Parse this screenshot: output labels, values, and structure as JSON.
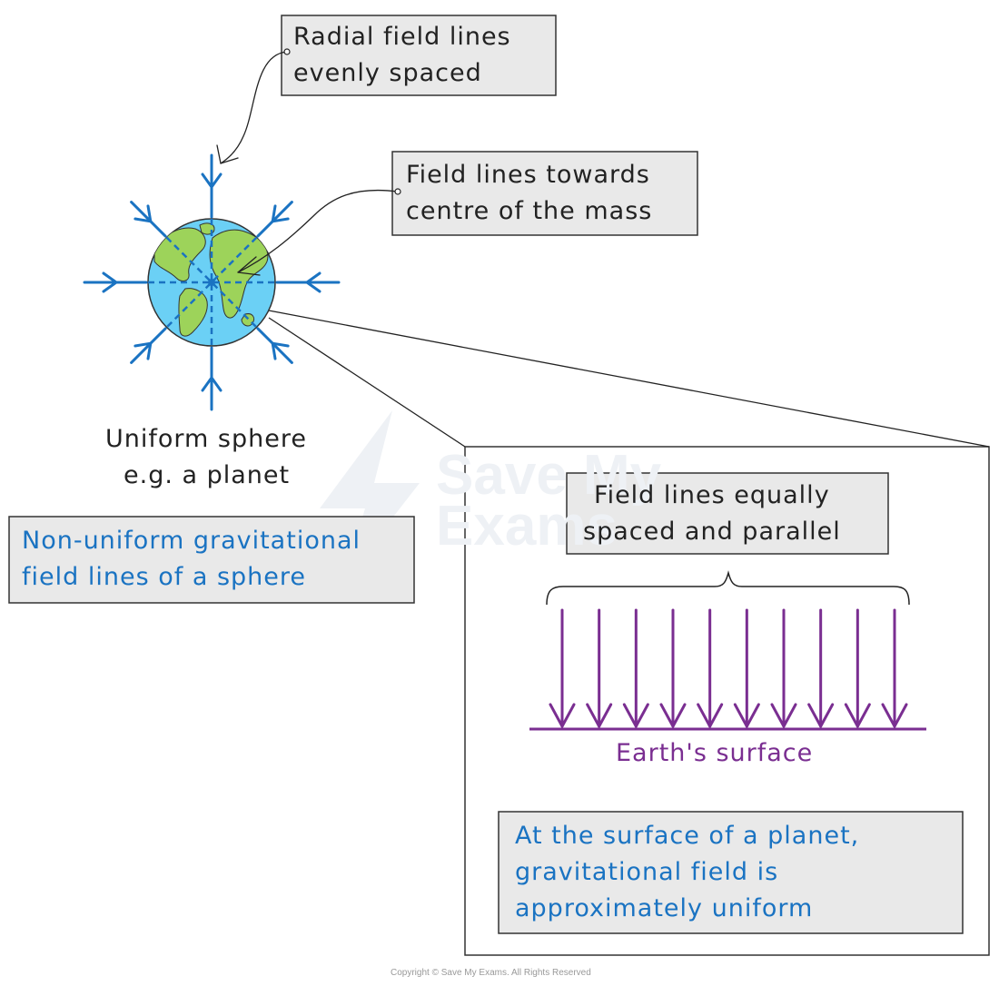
{
  "colors": {
    "field_lines": "#1a73c2",
    "uniform_field": "#7a2e91",
    "label_box_fill": "#e9e9e9",
    "ocean": "#6bd0f5",
    "land": "#9dd35a"
  },
  "labels": {
    "radial_line1": "Radial field lines",
    "radial_line2": "evenly spaced",
    "towards_line1": "Field lines towards",
    "towards_line2": "centre of the mass",
    "sphere_line1": "Uniform sphere",
    "sphere_line2": "e.g. a planet",
    "nonuniform_line1": "Non-uniform gravitational",
    "nonuniform_line2": "field lines of a sphere",
    "equal_line1": "Field lines equally",
    "equal_line2": "spaced and parallel",
    "earth_surface": "Earth's surface",
    "surface_line1": "At the surface of a planet,",
    "surface_line2": "gravitational field is",
    "surface_line3": "approximately uniform"
  },
  "watermark": {
    "line1": "Save My",
    "line2": "Exams"
  },
  "copyright": "Copyright © Save My Exams. All Rights Reserved",
  "parallel_arrow_count": 10
}
